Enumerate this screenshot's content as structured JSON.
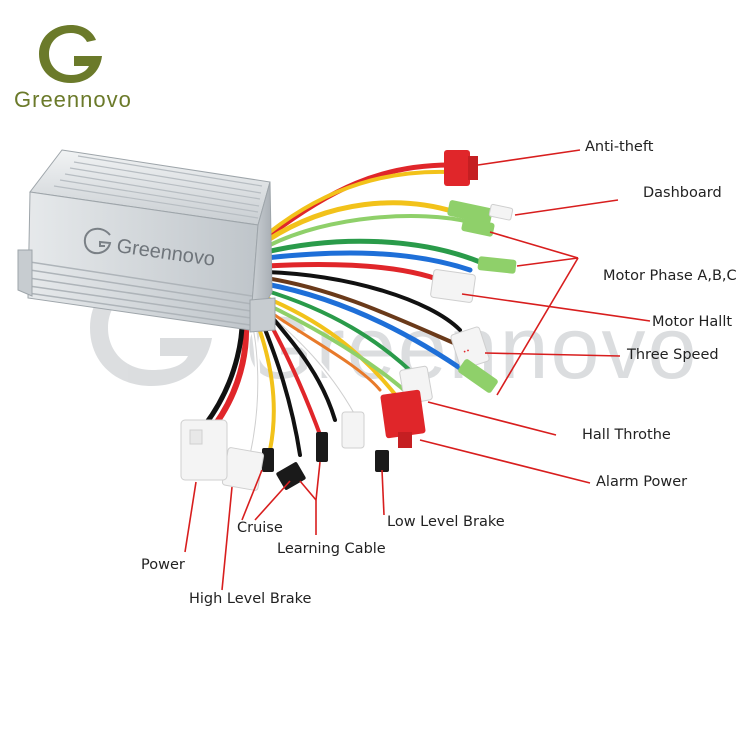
{
  "brand": {
    "name": "Greennovo",
    "box_marking": "Greennovo",
    "watermark": "Greennovo",
    "color": "#6b7a2a"
  },
  "colors": {
    "callout_line": "#d81e1e",
    "housing": "#d9dde0",
    "connector_red": "#e0262a",
    "connector_green": "#8fd06a",
    "connector_white": "#f4f4f4"
  },
  "labels": {
    "anti_theft": "Anti-theft",
    "dashboard": "Dashboard",
    "motor_phase": "Motor Phase A,B,C",
    "motor_hall": "Motor Hallt",
    "three_speed": "Three Speed",
    "hall_throttle": "Hall Throthe",
    "alarm_power": "Alarm Power",
    "low_level_brake": "Low Level Brake",
    "learning_cable": "Learning Cable",
    "cruise": "Cruise",
    "power": "Power",
    "high_level_brake": "High Level Brake"
  }
}
